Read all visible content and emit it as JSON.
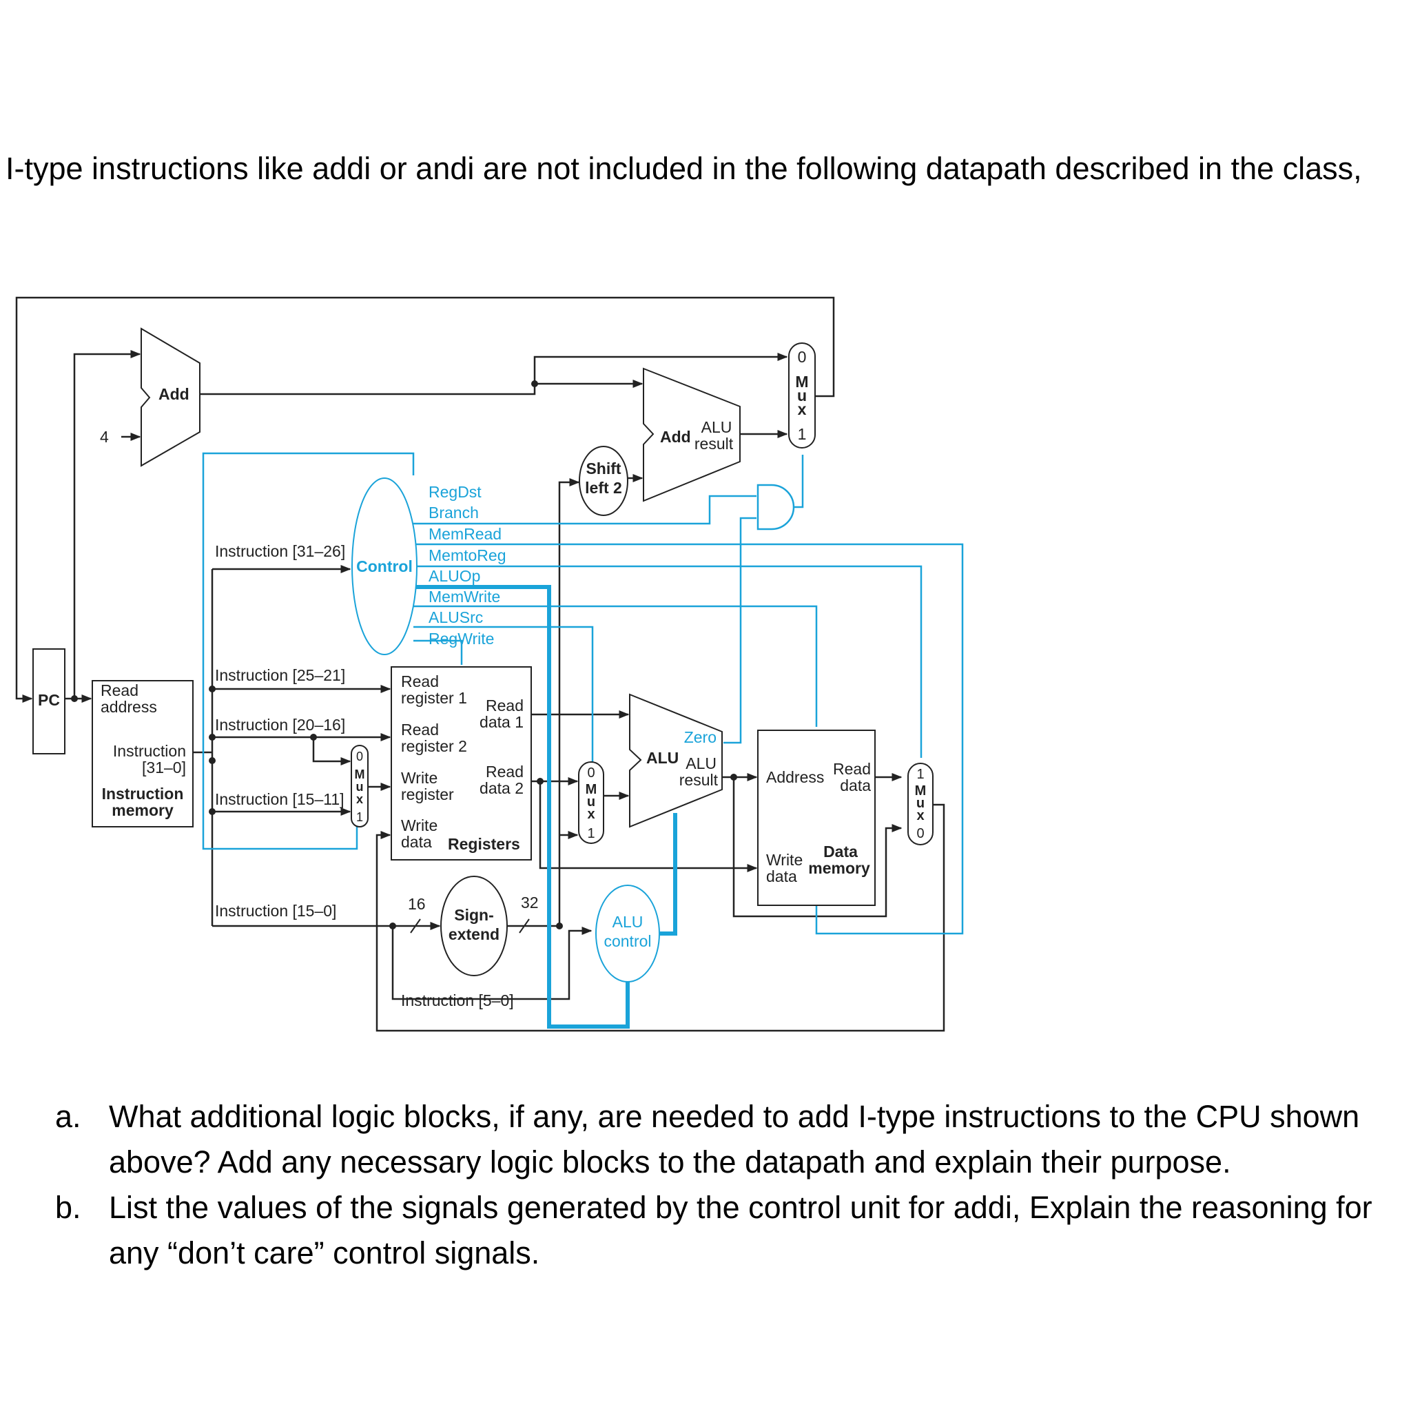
{
  "intro_text": "I-type instructions like addi or andi are not included in the following datapath described in the class,",
  "questions": [
    {
      "marker": "a.",
      "text": "What additional logic blocks, if any, are needed to add I-type instructions to the CPU shown above? Add any necessary logic blocks to the datapath and explain their purpose."
    },
    {
      "marker": "b.",
      "text": "List the values of the signals generated by the control unit for addi, Explain the reasoning for any “don’t care” control signals."
    }
  ],
  "diagram": {
    "colors": {
      "wire": "#222222",
      "control": "#1aa3d9"
    },
    "pc": "PC",
    "const_four": "4",
    "pc_adder": "Add",
    "branch_adder": {
      "name": "Add",
      "alu": "ALU",
      "result": "result"
    },
    "shift_left_2": {
      "line1": "Shift",
      "line2": "left 2"
    },
    "control": "Control",
    "control_signals": [
      "RegDst",
      "Branch",
      "MemRead",
      "MemtoReg",
      "ALUOp",
      "MemWrite",
      "ALUSrc",
      "RegWrite"
    ],
    "instruction_memory": {
      "read_address_1": "Read",
      "read_address_2": "address",
      "instruction_1": "Instruction",
      "instruction_2": "[31–0]",
      "title_1": "Instruction",
      "title_2": "memory"
    },
    "instruction_fields": {
      "f31_26": "Instruction [31–26]",
      "f25_21": "Instruction [25–21]",
      "f20_16": "Instruction [20–16]",
      "f15_11": "Instruction [15–11]",
      "f15_0": "Instruction [15–0]",
      "f5_0": "Instruction [5–0]"
    },
    "registers": {
      "read_reg1_a": "Read",
      "read_reg1_b": "register 1",
      "read_reg2_a": "Read",
      "read_reg2_b": "register 2",
      "write_reg_a": "Write",
      "write_reg_b": "register",
      "write_data_a": "Write",
      "write_data_b": "data",
      "read_data1_a": "Read",
      "read_data1_b": "data 1",
      "read_data2_a": "Read",
      "read_data2_b": "data 2",
      "title": "Registers"
    },
    "sign_extend": {
      "line1": "Sign-",
      "line2": "extend",
      "in_width": "16",
      "out_width": "32"
    },
    "alu": {
      "name": "ALU",
      "zero": "Zero",
      "result_1": "ALU",
      "result_2": "result"
    },
    "alu_control": {
      "line1": "ALU",
      "line2": "control"
    },
    "data_memory": {
      "address": "Address",
      "read_1": "Read",
      "read_2": "data",
      "write_1": "Write",
      "write_2": "data",
      "title_1": "Data",
      "title_2": "memory"
    },
    "mux_letters": [
      "M",
      "u",
      "x"
    ],
    "mux_branch": {
      "top": "0",
      "bottom": "1"
    },
    "mux_regdst": {
      "top": "0",
      "bottom": "1"
    },
    "mux_alusrc": {
      "top": "0",
      "bottom": "1"
    },
    "mux_memtoreg": {
      "top": "1",
      "bottom": "0"
    }
  }
}
